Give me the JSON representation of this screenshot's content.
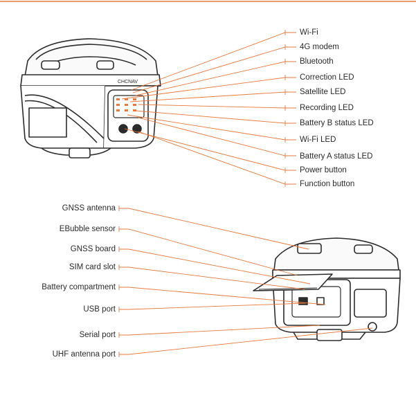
{
  "colors": {
    "leader": "#e8783c",
    "outline": "#2b2b2b",
    "text": "#2a2a2a"
  },
  "top_device": {
    "brand_text": "CHCNAV",
    "callouts": [
      {
        "label": "Wi-Fi"
      },
      {
        "label": "4G modem"
      },
      {
        "label": "Bluetooth"
      },
      {
        "label": "Correction LED"
      },
      {
        "label": "Satellite LED"
      },
      {
        "label": "Recording LED"
      },
      {
        "label": "Battery B status LED"
      },
      {
        "label": "Wi-Fi LED"
      },
      {
        "label": "Battery A status LED"
      },
      {
        "label": "Power button"
      },
      {
        "label": "Function button"
      }
    ]
  },
  "bottom_device": {
    "callouts": [
      {
        "label": "GNSS antenna"
      },
      {
        "label": "EBubble sensor"
      },
      {
        "label": "GNSS board"
      },
      {
        "label": "SIM card slot"
      },
      {
        "label": "Battery compartment"
      },
      {
        "label": "USB port"
      },
      {
        "label": "Serial port"
      },
      {
        "label": "UHF antenna port"
      }
    ]
  }
}
